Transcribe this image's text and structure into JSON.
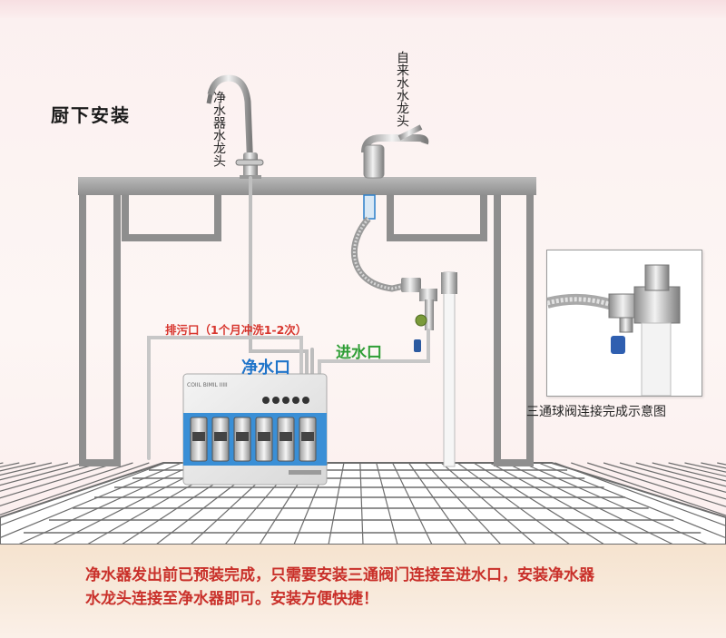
{
  "title": "厨下安装",
  "labels": {
    "purifier_faucet": "净水器水龙头",
    "tap_faucet": "自来水水龙头",
    "drain": "排污口（1个月冲洗1-2次）",
    "clean_outlet": "净水口",
    "inlet": "进水口",
    "inset_caption": "三通球阀连接完成示意图"
  },
  "footer": {
    "line1": "净水器发出前已预装完成，只需要安装三通阀门连接至进水口，安装净水器",
    "line2": "水龙头连接至净水器即可。安装方便快捷！"
  },
  "colors": {
    "drain_text": "#d7352d",
    "clean_text": "#1f74c9",
    "inlet_text": "#2f9e36",
    "footer_text": "#c9302a",
    "cabinet": "#9b9b9b",
    "unit_blue": "#3a8fd6"
  },
  "icons": {
    "purifier_faucet": "goose-neck-faucet-icon",
    "tap_faucet": "kitchen-faucet-icon",
    "purifier": "water-purifier-icon",
    "valve": "three-way-ball-valve-icon"
  }
}
